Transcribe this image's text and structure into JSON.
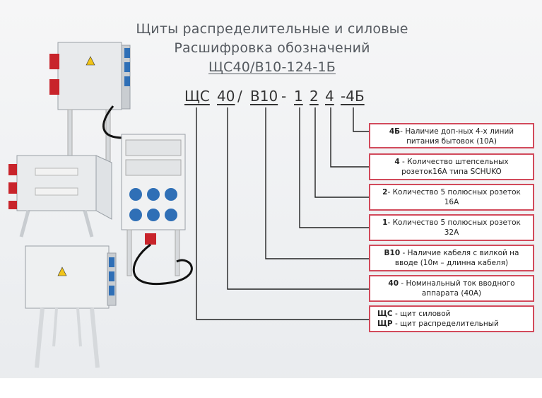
{
  "title": {
    "line1": "Щиты распределительные и силовые",
    "line2": "Расшифровка обозначений",
    "line3": "ЩС40/В10-124-1Б"
  },
  "code": {
    "part1": "ЩС",
    "part2": "40",
    "slash": "/",
    "part3": "В10",
    "dash1": "-",
    "part4": "1",
    "part5": "2",
    "part6": "4",
    "part7": "-4Б"
  },
  "legend": [
    {
      "key": "4Б",
      "sep": "-",
      "line1": "Наличие доп-ных 4-х линий",
      "line2": "питания бытовок (10А)"
    },
    {
      "key": "4",
      "sep": " -",
      "line1": "Количество штепсельных",
      "line2": "розеток16А типа SCHUKO"
    },
    {
      "key": "2",
      "sep": "-",
      "line1": "Количество 5 полюсных розеток",
      "line2": "16А"
    },
    {
      "key": "1",
      "sep": "-",
      "line1": "Количество 5 полюсных розеток",
      "line2": "32А"
    },
    {
      "key": "В10",
      "sep": " -",
      "line1": "Наличие  кабеля с вилкой на",
      "line2": "вводе (10м – длинна кабеля)"
    },
    {
      "key": "40",
      "sep": " -",
      "line1": "Номинальный ток вводного",
      "line2": "аппарата (40А)"
    },
    {
      "key": "ЩС",
      "sep": " -",
      "line1": "щит силовой",
      "key2": "ЩР",
      "sep2": " -",
      "line2": "щит распределительный"
    }
  ],
  "colors": {
    "accent": "#d24a5b",
    "text": "#333333",
    "title": "#555a60"
  }
}
